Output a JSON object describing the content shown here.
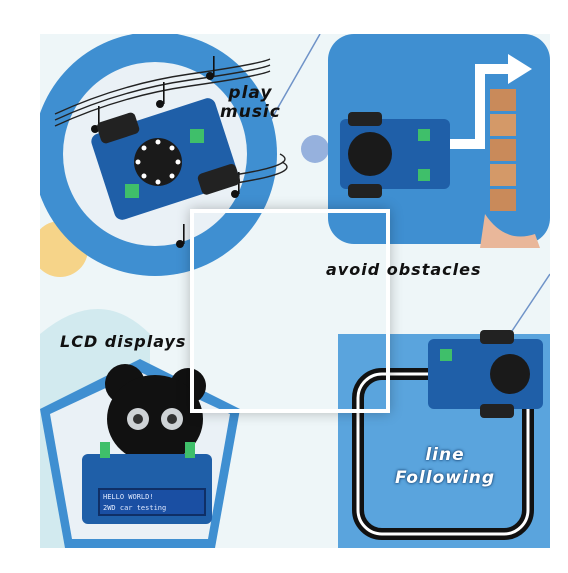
{
  "captions": {
    "play_music_line1": "play",
    "play_music_line2": "music",
    "avoid_obstacles": "avoid obstacles",
    "lcd_displays": "LCD displays",
    "line_following_line1": "line",
    "line_following_line2": "Following"
  },
  "lcd_screen": {
    "line1": "HELLO WORLD!",
    "line2": "2WD car testing"
  },
  "colors": {
    "panel_blue": "#3f8fd1",
    "light_blue": "#9cc8ea",
    "dark_blue": "#1f5fa8",
    "wood": "#c98a5a",
    "caption_text": "#111111"
  }
}
